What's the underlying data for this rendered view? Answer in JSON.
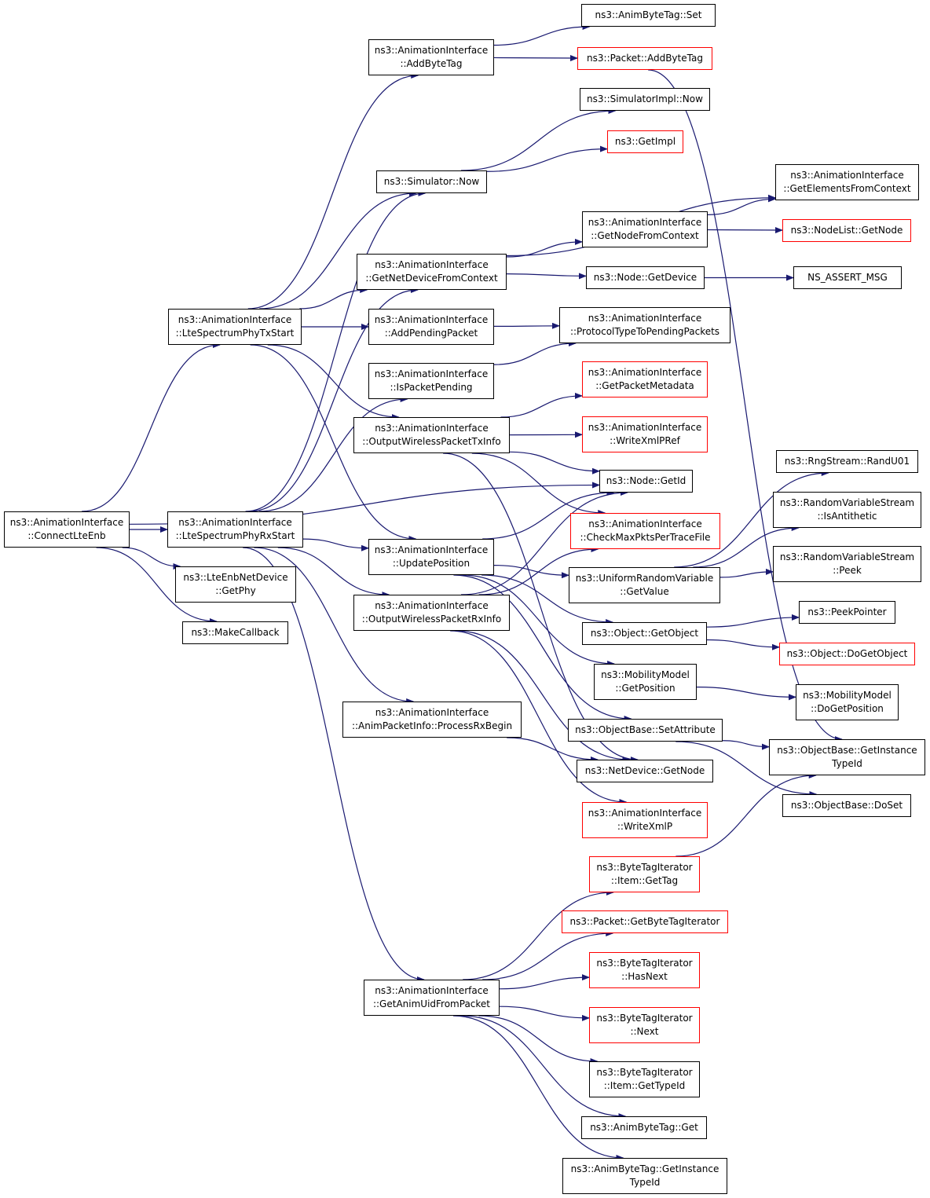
{
  "colors": {
    "edge": "#191970",
    "border": "#000000",
    "border_undocumented": "#ff0000",
    "root_fill": "#bfbfbf"
  },
  "nodes": {
    "connectlteenb": {
      "lines": [
        "ns3::AnimationInterface",
        "::ConnectLteEnb"
      ],
      "style": "root"
    },
    "ltespectrumphytxstart": {
      "lines": [
        "ns3::AnimationInterface",
        "::LteSpectrumPhyTxStart"
      ],
      "style": "normal"
    },
    "ltespectrumphyrxstart": {
      "lines": [
        "ns3::AnimationInterface",
        "::LteSpectrumPhyRxStart"
      ],
      "style": "normal"
    },
    "lteenbnetdevice_getphy": {
      "lines": [
        "ns3::LteEnbNetDevice",
        "::GetPhy"
      ],
      "style": "normal"
    },
    "makecallback": {
      "lines": [
        "ns3::MakeCallback"
      ],
      "style": "normal"
    },
    "addbytetag": {
      "lines": [
        "ns3::AnimationInterface",
        "::AddByteTag"
      ],
      "style": "normal"
    },
    "simulator_now": {
      "lines": [
        "ns3::Simulator::Now"
      ],
      "style": "normal"
    },
    "getnetdevicefromcontext": {
      "lines": [
        "ns3::AnimationInterface",
        "::GetNetDeviceFromContext"
      ],
      "style": "normal"
    },
    "addpendingpacket": {
      "lines": [
        "ns3::AnimationInterface",
        "::AddPendingPacket"
      ],
      "style": "normal"
    },
    "ispacketpending": {
      "lines": [
        "ns3::AnimationInterface",
        "::IsPacketPending"
      ],
      "style": "normal"
    },
    "outputwirelesspackettxinfo": {
      "lines": [
        "ns3::AnimationInterface",
        "::OutputWirelessPacketTxInfo"
      ],
      "style": "normal"
    },
    "updateposition": {
      "lines": [
        "ns3::AnimationInterface",
        "::UpdatePosition"
      ],
      "style": "normal"
    },
    "outputwirelesspacketrxinfo": {
      "lines": [
        "ns3::AnimationInterface",
        "::OutputWirelessPacketRxInfo"
      ],
      "style": "normal"
    },
    "processrxbegin": {
      "lines": [
        "ns3::AnimationInterface",
        "::AnimPacketInfo::ProcessRxBegin"
      ],
      "style": "normal"
    },
    "getanimuidfrompacket": {
      "lines": [
        "ns3::AnimationInterface",
        "::GetAnimUidFromPacket"
      ],
      "style": "normal"
    },
    "animbytetag_set": {
      "lines": [
        "ns3::AnimByteTag::Set"
      ],
      "style": "normal"
    },
    "packet_addbytetag": {
      "lines": [
        "ns3::Packet::AddByteTag"
      ],
      "style": "red"
    },
    "simulatorimpl_now": {
      "lines": [
        "ns3::SimulatorImpl::Now"
      ],
      "style": "normal"
    },
    "getimpl": {
      "lines": [
        "ns3::GetImpl"
      ],
      "style": "red"
    },
    "getnodefromcontext": {
      "lines": [
        "ns3::AnimationInterface",
        "::GetNodeFromContext"
      ],
      "style": "normal"
    },
    "node_getdevice": {
      "lines": [
        "ns3::Node::GetDevice"
      ],
      "style": "normal"
    },
    "protocoltypetopendingpackets": {
      "lines": [
        "ns3::AnimationInterface",
        "::ProtocolTypeToPendingPackets"
      ],
      "style": "normal"
    },
    "getpacketmetadata": {
      "lines": [
        "ns3::AnimationInterface",
        "::GetPacketMetadata"
      ],
      "style": "red"
    },
    "writexmlpref": {
      "lines": [
        "ns3::AnimationInterface",
        "::WriteXmlPRef"
      ],
      "style": "red"
    },
    "node_getid": {
      "lines": [
        "ns3::Node::GetId"
      ],
      "style": "normal"
    },
    "checkmaxpktspertracefile": {
      "lines": [
        "ns3::AnimationInterface",
        "::CheckMaxPktsPerTraceFile"
      ],
      "style": "red"
    },
    "uniformrandomvariable_getvalue": {
      "lines": [
        "ns3::UniformRandomVariable",
        "::GetValue"
      ],
      "style": "normal"
    },
    "object_getobject": {
      "lines": [
        "ns3::Object::GetObject"
      ],
      "style": "normal"
    },
    "mobilitymodel_getposition": {
      "lines": [
        "ns3::MobilityModel",
        "::GetPosition"
      ],
      "style": "normal"
    },
    "objectbase_setattribute": {
      "lines": [
        "ns3::ObjectBase::SetAttribute"
      ],
      "style": "normal"
    },
    "netdevice_getnode": {
      "lines": [
        "ns3::NetDevice::GetNode"
      ],
      "style": "normal"
    },
    "writexmlp": {
      "lines": [
        "ns3::AnimationInterface",
        "::WriteXmlP"
      ],
      "style": "red"
    },
    "bytetagiterator_item_gettag": {
      "lines": [
        "ns3::ByteTagIterator",
        "::Item::GetTag"
      ],
      "style": "red"
    },
    "packet_getbytetagiterator": {
      "lines": [
        "ns3::Packet::GetByteTagIterator"
      ],
      "style": "red"
    },
    "bytetagiterator_hasnext": {
      "lines": [
        "ns3::ByteTagIterator",
        "::HasNext"
      ],
      "style": "red"
    },
    "bytetagiterator_next": {
      "lines": [
        "ns3::ByteTagIterator",
        "::Next"
      ],
      "style": "red"
    },
    "bytetagiterator_item_gettypeid": {
      "lines": [
        "ns3::ByteTagIterator",
        "::Item::GetTypeId"
      ],
      "style": "normal"
    },
    "animbytetag_get": {
      "lines": [
        "ns3::AnimByteTag::Get"
      ],
      "style": "normal"
    },
    "animbytetag_getinstancetypeid": {
      "lines": [
        "ns3::AnimByteTag::GetInstance",
        "TypeId"
      ],
      "style": "normal"
    },
    "getelementsfromcontext": {
      "lines": [
        "ns3::AnimationInterface",
        "::GetElementsFromContext"
      ],
      "style": "normal"
    },
    "nodelist_getnode": {
      "lines": [
        "ns3::NodeList::GetNode"
      ],
      "style": "red"
    },
    "ns_assert_msg": {
      "lines": [
        "NS_ASSERT_MSG"
      ],
      "style": "normal"
    },
    "rngstream_randu01": {
      "lines": [
        "ns3::RngStream::RandU01"
      ],
      "style": "normal"
    },
    "randomvariablestream_isantithetic": {
      "lines": [
        "ns3::RandomVariableStream",
        "::IsAntithetic"
      ],
      "style": "normal"
    },
    "randomvariablestream_peek": {
      "lines": [
        "ns3::RandomVariableStream",
        "::Peek"
      ],
      "style": "normal"
    },
    "peekpointer": {
      "lines": [
        "ns3::PeekPointer"
      ],
      "style": "normal"
    },
    "object_dogetobject": {
      "lines": [
        "ns3::Object::DoGetObject"
      ],
      "style": "red"
    },
    "mobilitymodel_dogetposition": {
      "lines": [
        "ns3::MobilityModel",
        "::DoGetPosition"
      ],
      "style": "normal"
    },
    "objectbase_getinstancetypeid": {
      "lines": [
        "ns3::ObjectBase::GetInstance",
        "TypeId"
      ],
      "style": "normal"
    },
    "objectbase_doset": {
      "lines": [
        "ns3::ObjectBase::DoSet"
      ],
      "style": "normal"
    }
  },
  "edges": [
    [
      "connectlteenb",
      "ltespectrumphytxstart"
    ],
    [
      "connectlteenb",
      "ltespectrumphyrxstart"
    ],
    [
      "connectlteenb",
      "lteenbnetdevice_getphy"
    ],
    [
      "connectlteenb",
      "makecallback"
    ],
    [
      "connectlteenb",
      "node_getid"
    ],
    [
      "ltespectrumphytxstart",
      "addbytetag"
    ],
    [
      "ltespectrumphytxstart",
      "simulator_now"
    ],
    [
      "ltespectrumphytxstart",
      "getnetdevicefromcontext"
    ],
    [
      "ltespectrumphytxstart",
      "addpendingpacket"
    ],
    [
      "ltespectrumphytxstart",
      "outputwirelesspackettxinfo"
    ],
    [
      "ltespectrumphytxstart",
      "updateposition"
    ],
    [
      "ltespectrumphyrxstart",
      "simulator_now"
    ],
    [
      "ltespectrumphyrxstart",
      "getnetdevicefromcontext"
    ],
    [
      "ltespectrumphyrxstart",
      "ispacketpending"
    ],
    [
      "ltespectrumphyrxstart",
      "updateposition"
    ],
    [
      "ltespectrumphyrxstart",
      "outputwirelesspacketrxinfo"
    ],
    [
      "ltespectrumphyrxstart",
      "processrxbegin"
    ],
    [
      "ltespectrumphyrxstart",
      "getanimuidfrompacket"
    ],
    [
      "addbytetag",
      "animbytetag_set"
    ],
    [
      "addbytetag",
      "packet_addbytetag"
    ],
    [
      "packet_addbytetag",
      "objectbase_getinstancetypeid"
    ],
    [
      "simulator_now",
      "simulatorimpl_now"
    ],
    [
      "simulator_now",
      "getimpl"
    ],
    [
      "getnetdevicefromcontext",
      "getelementsfromcontext"
    ],
    [
      "getnetdevicefromcontext",
      "getnodefromcontext"
    ],
    [
      "getnetdevicefromcontext",
      "node_getdevice"
    ],
    [
      "getnodefromcontext",
      "getelementsfromcontext"
    ],
    [
      "getnodefromcontext",
      "nodelist_getnode"
    ],
    [
      "node_getdevice",
      "ns_assert_msg"
    ],
    [
      "addpendingpacket",
      "protocoltypetopendingpackets"
    ],
    [
      "ispacketpending",
      "protocoltypetopendingpackets"
    ],
    [
      "outputwirelesspackettxinfo",
      "getpacketmetadata"
    ],
    [
      "outputwirelesspackettxinfo",
      "writexmlpref"
    ],
    [
      "outputwirelesspackettxinfo",
      "node_getid"
    ],
    [
      "outputwirelesspackettxinfo",
      "checkmaxpktspertracefile"
    ],
    [
      "outputwirelesspackettxinfo",
      "netdevice_getnode"
    ],
    [
      "updateposition",
      "node_getid"
    ],
    [
      "updateposition",
      "uniformrandomvariable_getvalue"
    ],
    [
      "updateposition",
      "object_getobject"
    ],
    [
      "updateposition",
      "mobilitymodel_getposition"
    ],
    [
      "updateposition",
      "objectbase_setattribute"
    ],
    [
      "outputwirelesspacketrxinfo",
      "node_getid"
    ],
    [
      "outputwirelesspacketrxinfo",
      "checkmaxpktspertracefile"
    ],
    [
      "outputwirelesspacketrxinfo",
      "netdevice_getnode"
    ],
    [
      "outputwirelesspacketrxinfo",
      "writexmlp"
    ],
    [
      "processrxbegin",
      "netdevice_getnode"
    ],
    [
      "getanimuidfrompacket",
      "bytetagiterator_item_gettag"
    ],
    [
      "getanimuidfrompacket",
      "packet_getbytetagiterator"
    ],
    [
      "getanimuidfrompacket",
      "bytetagiterator_hasnext"
    ],
    [
      "getanimuidfrompacket",
      "bytetagiterator_next"
    ],
    [
      "getanimuidfrompacket",
      "bytetagiterator_item_gettypeid"
    ],
    [
      "getanimuidfrompacket",
      "animbytetag_get"
    ],
    [
      "getanimuidfrompacket",
      "animbytetag_getinstancetypeid"
    ],
    [
      "bytetagiterator_item_gettag",
      "objectbase_getinstancetypeid"
    ],
    [
      "uniformrandomvariable_getvalue",
      "rngstream_randu01"
    ],
    [
      "uniformrandomvariable_getvalue",
      "randomvariablestream_isantithetic"
    ],
    [
      "uniformrandomvariable_getvalue",
      "randomvariablestream_peek"
    ],
    [
      "object_getobject",
      "peekpointer"
    ],
    [
      "object_getobject",
      "object_dogetobject"
    ],
    [
      "mobilitymodel_getposition",
      "mobilitymodel_dogetposition"
    ],
    [
      "objectbase_setattribute",
      "objectbase_getinstancetypeid"
    ],
    [
      "objectbase_setattribute",
      "objectbase_doset"
    ]
  ]
}
